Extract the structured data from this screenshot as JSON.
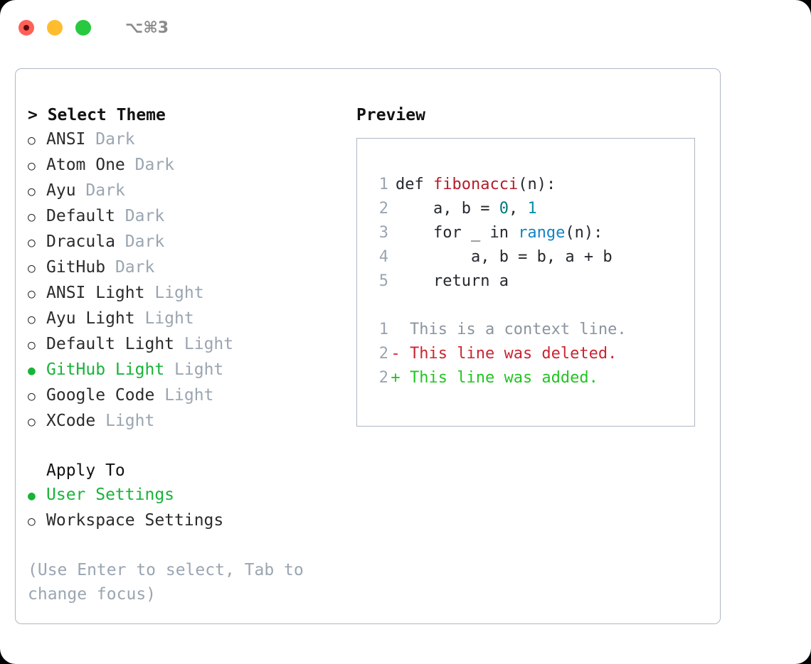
{
  "titlebar": {
    "shortcut": "⌥⌘3",
    "lights": [
      "close-red",
      "minimize-amber",
      "zoom-green"
    ]
  },
  "left": {
    "header": "> Select Theme",
    "themes": [
      {
        "marker": "○",
        "label": "ANSI",
        "variant": "Dark",
        "selected": false
      },
      {
        "marker": "○",
        "label": "Atom One",
        "variant": "Dark",
        "selected": false
      },
      {
        "marker": "○",
        "label": "Ayu",
        "variant": "Dark",
        "selected": false
      },
      {
        "marker": "○",
        "label": "Default",
        "variant": "Dark",
        "selected": false
      },
      {
        "marker": "○",
        "label": "Dracula",
        "variant": "Dark",
        "selected": false
      },
      {
        "marker": "○",
        "label": "GitHub",
        "variant": "Dark",
        "selected": false
      },
      {
        "marker": "○",
        "label": "ANSI Light",
        "variant": "Light",
        "selected": false
      },
      {
        "marker": "○",
        "label": "Ayu Light",
        "variant": "Light",
        "selected": false
      },
      {
        "marker": "○",
        "label": "Default Light",
        "variant": "Light",
        "selected": false
      },
      {
        "marker": "●",
        "label": "GitHub Light",
        "variant": "Light",
        "selected": true
      },
      {
        "marker": "○",
        "label": "Google Code",
        "variant": "Light",
        "selected": false
      },
      {
        "marker": "○",
        "label": "XCode",
        "variant": "Light",
        "selected": false
      }
    ],
    "apply_to_title": "Apply To",
    "apply_to": [
      {
        "marker": "●",
        "label": "User Settings",
        "selected": true
      },
      {
        "marker": "○",
        "label": "Workspace Settings",
        "selected": false
      }
    ],
    "hint": "(Use Enter to select, Tab to change focus)"
  },
  "right": {
    "title": "Preview",
    "code_lines": [
      {
        "number": "1",
        "tokens": [
          {
            "text": "def ",
            "kind": "plain"
          },
          {
            "text": "fibonacci",
            "kind": "fn"
          },
          {
            "text": "(n):",
            "kind": "plain"
          }
        ]
      },
      {
        "number": "2",
        "tokens": [
          {
            "text": "    a, b = ",
            "kind": "plain"
          },
          {
            "text": "0",
            "kind": "num"
          },
          {
            "text": ", ",
            "kind": "plain"
          },
          {
            "text": "1",
            "kind": "num2"
          }
        ]
      },
      {
        "number": "3",
        "tokens": [
          {
            "text": "    for _ in ",
            "kind": "plain"
          },
          {
            "text": "range",
            "kind": "builtin"
          },
          {
            "text": "(n):",
            "kind": "plain"
          }
        ]
      },
      {
        "number": "4",
        "tokens": [
          {
            "text": "        a, b = b, a + b",
            "kind": "plain"
          }
        ]
      },
      {
        "number": "5",
        "tokens": [
          {
            "text": "    return a",
            "kind": "plain"
          }
        ]
      }
    ],
    "diff_lines": [
      {
        "number": "1",
        "sign": " ",
        "text": "This is a context line.",
        "kind": "context"
      },
      {
        "number": "2",
        "sign": "-",
        "text": "This line was deleted.",
        "kind": "deleted"
      },
      {
        "number": "2",
        "sign": "+",
        "text": "This line was added.",
        "kind": "added"
      }
    ]
  },
  "colors": {
    "selected_green": "#19b33a",
    "muted_gray": "#9aa5b1",
    "border": "#aeb8c4",
    "diff_deleted": "#cb2431",
    "diff_added": "#22c522",
    "code_function": "#b31d28",
    "code_number": "#007777",
    "code_builtin": "#1184c4"
  }
}
